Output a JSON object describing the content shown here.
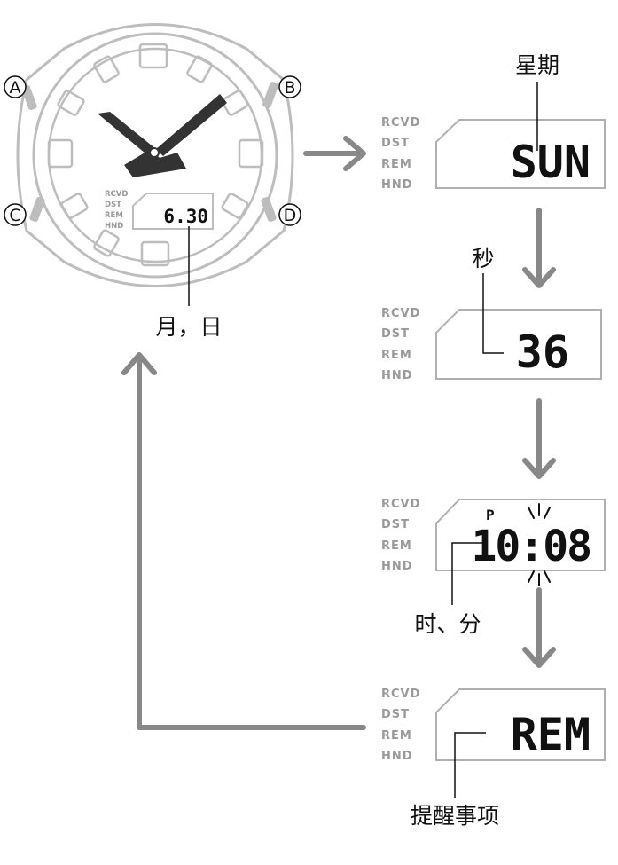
{
  "watch": {
    "buttons": [
      "A",
      "B",
      "C",
      "D"
    ],
    "indicators": [
      "RCVD",
      "DST",
      "REM",
      "HND"
    ],
    "date_display": "6.30",
    "label": "月，日"
  },
  "screens": [
    {
      "indicators": [
        "RCVD",
        "DST",
        "REM",
        "HND"
      ],
      "display": "SUN",
      "label": "星期"
    },
    {
      "indicators": [
        "RCVD",
        "DST",
        "REM",
        "HND"
      ],
      "display": "36",
      "label": "秒"
    },
    {
      "indicators": [
        "RCVD",
        "DST",
        "REM",
        "HND"
      ],
      "pm_mark": "P",
      "display": "10:08",
      "label": "时、分"
    },
    {
      "indicators": [
        "RCVD",
        "DST",
        "REM",
        "HND"
      ],
      "display": "REM",
      "label": "提醒事项"
    }
  ],
  "colors": {
    "arrow": "#888888",
    "outline": "#b0b0b0",
    "indicator_text": "#9a9a9a",
    "text": "#111111"
  }
}
